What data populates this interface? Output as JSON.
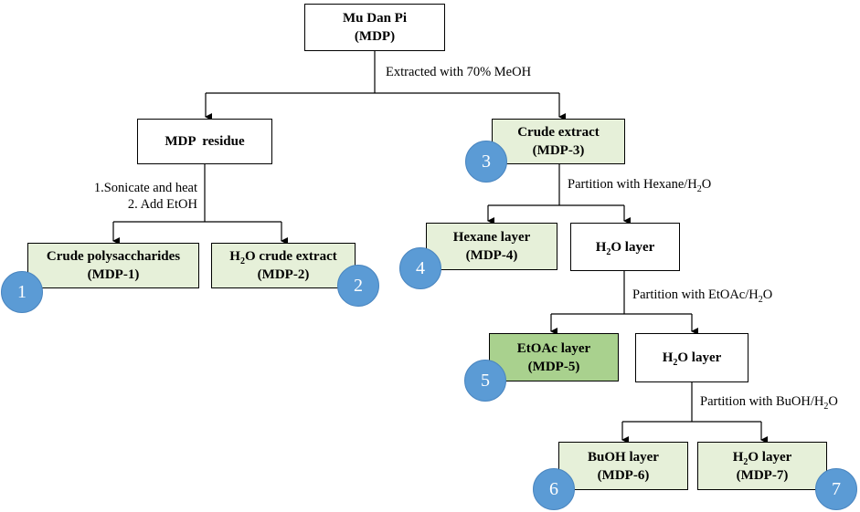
{
  "nodes": {
    "mdp": {
      "line1": "Mu Dan Pi",
      "line2": "(MDP)"
    },
    "residue": {
      "line1": "MDP  residue"
    },
    "crude_extract": {
      "line1": "Crude extract",
      "line2": "(MDP-3)"
    },
    "polysaccharides": {
      "line1": "Crude polysaccharides",
      "line2": "(MDP-1)"
    },
    "h2o_crude": {
      "line1_a": "H",
      "line1_sub": "2",
      "line1_b": "O crude extract",
      "line2": "(MDP-2)"
    },
    "hexane": {
      "line1": "Hexane layer",
      "line2": "(MDP-4)"
    },
    "h2o_layer_1": {
      "a": "H",
      "sub": "2",
      "b": "O layer"
    },
    "etoac": {
      "line1": "EtOAc layer",
      "line2": "(MDP-5)"
    },
    "h2o_layer_2": {
      "a": "H",
      "sub": "2",
      "b": "O layer"
    },
    "buoh": {
      "line1": "BuOH layer",
      "line2": "(MDP-6)"
    },
    "h2o_layer_3": {
      "a": "H",
      "sub": "2",
      "b": "O layer",
      "line2": "(MDP-7)"
    }
  },
  "labels": {
    "extract": "Extracted with 70% MeOH",
    "sonicate_1": "1.Sonicate and heat",
    "sonicate_2": "2. Add EtOH",
    "hexane": {
      "a": "Partition with Hexane/H",
      "sub": "2",
      "b": "O"
    },
    "etoac": {
      "a": "Partition with EtOAc/H",
      "sub": "2",
      "b": "O"
    },
    "buoh": {
      "a": "Partition with BuOH/H",
      "sub": "2",
      "b": "O"
    }
  },
  "badges": [
    "1",
    "2",
    "3",
    "4",
    "5",
    "6",
    "7"
  ],
  "colors": {
    "light_green": "#e6f0d9",
    "dark_green": "#a9d18e",
    "badge_blue": "#5b9bd5"
  }
}
